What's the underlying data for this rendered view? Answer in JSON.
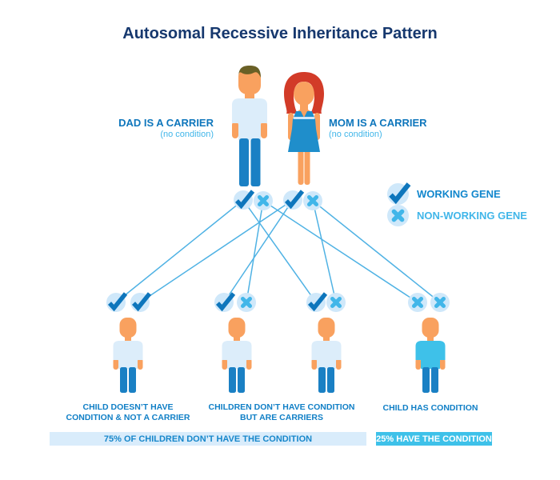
{
  "title": "Autosomal Recessive Inheritance Pattern",
  "parents": {
    "dad": {
      "label": "DAD IS A CARRIER",
      "sublabel": "(no condition)"
    },
    "mom": {
      "label": "MOM IS A CARRIER",
      "sublabel": "(no condition)"
    }
  },
  "legend": {
    "working_label": "WORKING GENE",
    "nonworking_label": "NON-WORKING GENE"
  },
  "genes": {
    "dad": [
      {
        "id": "dad-g1",
        "type": "working"
      },
      {
        "id": "dad-g2",
        "type": "nonworking"
      }
    ],
    "mom": [
      {
        "id": "mom-g1",
        "type": "working"
      },
      {
        "id": "mom-g2",
        "type": "nonworking"
      }
    ],
    "child1": [
      {
        "id": "c1-g1",
        "type": "working"
      },
      {
        "id": "c1-g2",
        "type": "working"
      }
    ],
    "child2": [
      {
        "id": "c2-g1",
        "type": "working"
      },
      {
        "id": "c2-g2",
        "type": "nonworking"
      }
    ],
    "child3": [
      {
        "id": "c3-g1",
        "type": "working"
      },
      {
        "id": "c3-g2",
        "type": "nonworking"
      }
    ],
    "child4": [
      {
        "id": "c4-g1",
        "type": "nonworking"
      },
      {
        "id": "c4-g2",
        "type": "nonworking"
      }
    ]
  },
  "connections": [
    [
      "dad-g1",
      "c1-g1"
    ],
    [
      "mom-g1",
      "c1-g2"
    ],
    [
      "mom-g1",
      "c2-g1"
    ],
    [
      "dad-g2",
      "c2-g2"
    ],
    [
      "dad-g1",
      "c3-g1"
    ],
    [
      "mom-g2",
      "c3-g2"
    ],
    [
      "dad-g2",
      "c4-g1"
    ],
    [
      "mom-g2",
      "c4-g2"
    ]
  ],
  "children": [
    {
      "has_condition": false
    },
    {
      "has_condition": false
    },
    {
      "has_condition": false
    },
    {
      "has_condition": true
    }
  ],
  "labels": {
    "child1_line1": "CHILD DOESN’T HAVE",
    "child1_line2": "CONDITION & NOT A CARRIER",
    "middle_line1": "CHILDREN DON’T HAVE CONDITION",
    "middle_line2": "BUT ARE CARRIERS",
    "child4": "CHILD HAS CONDITION"
  },
  "footer": {
    "left": "75% OF CHILDREN DON’T HAVE THE CONDITION",
    "right": "25% HAVE THE CONDITION"
  },
  "colors": {
    "title_text": "#16386e",
    "primary_blue": "#0e76bc",
    "child_label_text": "#107fc6",
    "light_blue": "#41b6e9",
    "legend_working_text": "#1287cd",
    "line": "#4fb2e4",
    "gene_circle_bg": "#cfe8fa",
    "skin": "#f9a15f",
    "shirt_light": "#dcedfa",
    "pants_blue": "#1a80c4",
    "hair_dad": "#6a6026",
    "hair_mom": "#d23b28",
    "dress_blue": "#1f8ecb",
    "dress_stripe": "#cfe8fa",
    "condition_shirt": "#3ec1e9",
    "bar_left_bg": "#d9ecfb",
    "bar_left_text": "#1787cb",
    "bar_right_bg": "#3ec1e9",
    "bar_right_text": "#ffffff"
  }
}
